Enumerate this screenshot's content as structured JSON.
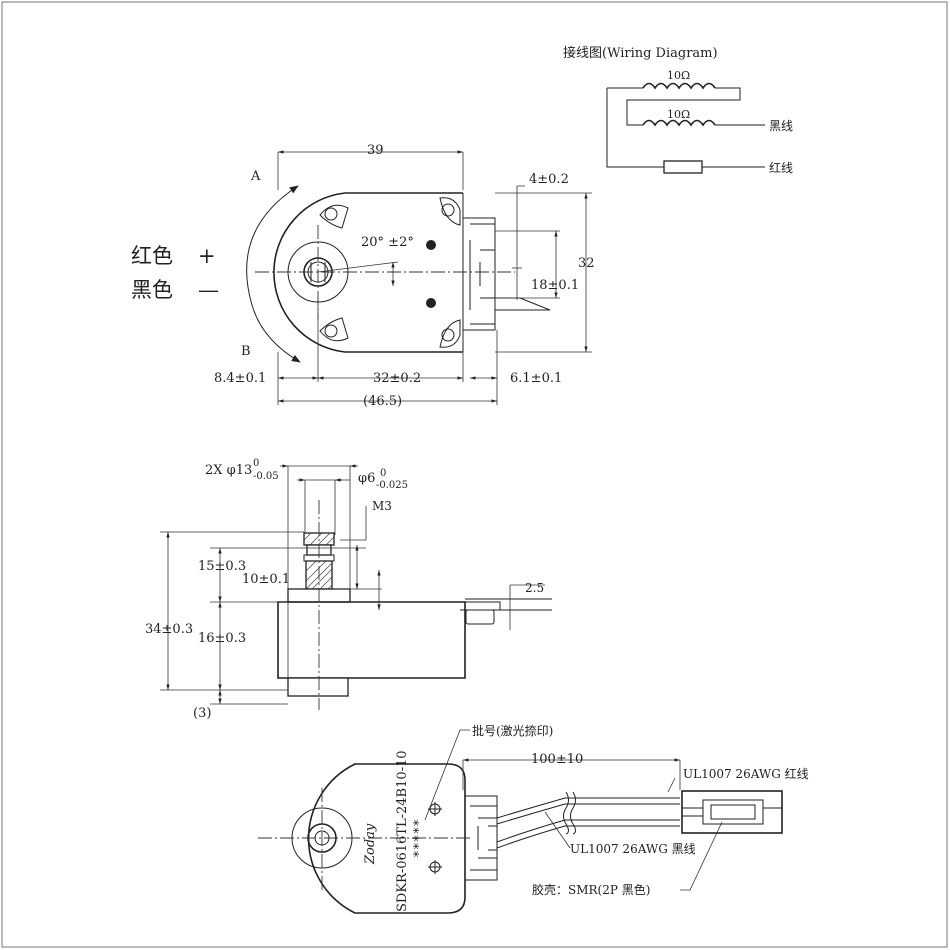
{
  "wiring": {
    "title": "接线图(Wiring Diagram)",
    "coil_top": "10Ω",
    "coil_bottom": "10Ω",
    "black_wire": "黑线",
    "red_wire": "红线"
  },
  "top_view": {
    "width_39": "39",
    "dim_4": "4±0.2",
    "dim_32_height": "32",
    "dim_18": "18±0.1",
    "angle": "20° ±2°",
    "label_a": "A",
    "label_b": "B",
    "red": "红色",
    "red_sign": "+",
    "black": "黑色",
    "black_sign": "—",
    "dim_84": "8.4±0.1",
    "dim_32_width": "32±0.2",
    "dim_61": "6.1±0.1",
    "dim_465": "(46.5)"
  },
  "side_view": {
    "dia13_prefix": "2X φ13",
    "dia13_tol_upper": "0",
    "dia13_tol_lower": "-0.05",
    "dia6": "φ6",
    "dia6_tol_upper": "0",
    "dia6_tol_lower": "-0.025",
    "m3": "M3",
    "dim_15": "15±0.3",
    "dim_10": "10±0.1",
    "dim_34": "34±0.3",
    "dim_16": "16±0.3",
    "dim_3": "(3)",
    "dim_25": "2.5"
  },
  "bottom_view": {
    "batch": "批号(激光捺印)",
    "dim_100": "100±10",
    "red_cable": "UL1007 26AWG 红线",
    "black_cable": "UL1007 26AWG 黑线",
    "connector": "胶壳：SMR(2P 黑色)",
    "brand": "Zoday",
    "part_number": "SDKR-0616TL-24B10-10",
    "stars": "*****"
  }
}
